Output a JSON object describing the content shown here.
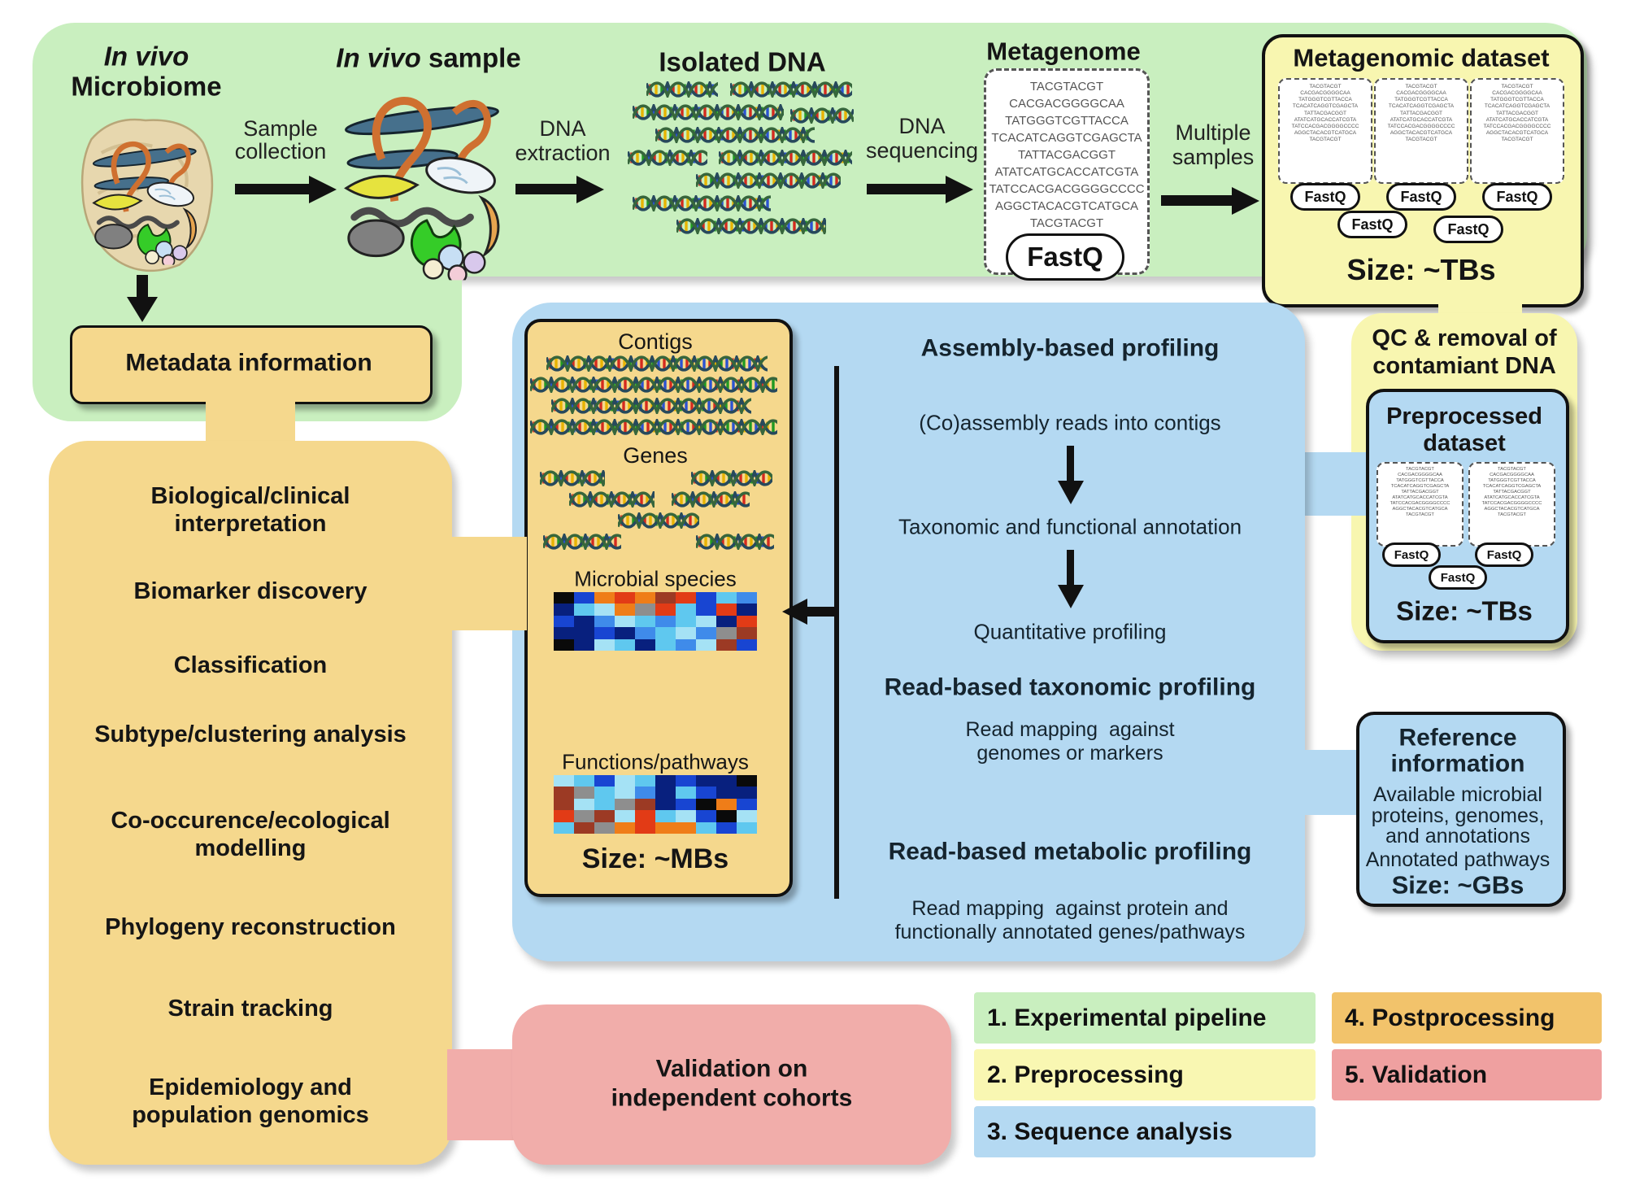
{
  "stage1": {
    "microbiome_title": [
      "In vivo",
      "Microbiome"
    ],
    "sample_collection_label": [
      "Sample",
      "collection"
    ],
    "invivo_sample_title_italic": "In vivo",
    "invivo_sample_title_rest": " sample",
    "dna_extraction_label": [
      "DNA",
      "extraction"
    ],
    "isolated_dna_title": "Isolated DNA",
    "dna_sequencing_label": [
      "DNA",
      "sequencing"
    ],
    "metagenome_title": "Metagenome",
    "fastq_label": "FastQ",
    "sequences": [
      "TACGTACGT",
      "CACGACGGGGCAA",
      "TATGGGTCGTTACCA",
      "TCACATCAGGTCGAGCTA",
      "TATTACGACGGT",
      "ATATCATGCACCATCGTA",
      "TATCCACGACGGGGCCCC",
      "AGGCTACACGTCATGCA",
      "TACGTACGT"
    ],
    "multiple_samples_label": [
      "Multiple",
      "samples"
    ],
    "dataset_title": "Metagenomic dataset",
    "dataset_size": "Size: ~TBs"
  },
  "stage2": {
    "qc_title": [
      "QC & removal of",
      "contamiant DNA"
    ],
    "preprocessed_title": [
      "Preprocessed",
      "dataset"
    ],
    "preprocessed_size": "Size: ~TBs"
  },
  "stage3": {
    "results": {
      "contigs": "Contigs",
      "genes": "Genes",
      "species": "Microbial species",
      "functions": "Functions/pathways",
      "size": "Size: ~MBs"
    },
    "assembly_title": "Assembly-based profiling",
    "assembly_steps": [
      "(Co)assembly reads into contigs",
      "Taxonomic and functional annotation",
      "Quantitative profiling"
    ],
    "read_taxonomic_title": "Read-based taxonomic profiling",
    "read_taxonomic_sub": [
      "Read mapping  against",
      "genomes or markers"
    ],
    "read_metabolic_title": "Read-based metabolic profiling",
    "read_metabolic_sub": [
      "Read mapping  against protein and",
      "functionally annotated genes/pathways"
    ],
    "reference": {
      "title": [
        "Reference",
        "information"
      ],
      "body": [
        "Available microbial",
        "proteins, genomes,",
        "and annotations"
      ],
      "body2": "Annotated pathways",
      "size": "Size: ~GBs"
    }
  },
  "stage4": {
    "metadata_label": "Metadata information",
    "analyses": [
      [
        "Biological/clinical",
        "interpretation"
      ],
      [
        "Biomarker discovery"
      ],
      [
        "Classification"
      ],
      [
        "Subtype/clustering analysis"
      ],
      [
        "Co-occurence/ecological",
        "modelling"
      ],
      [
        "Phylogeny reconstruction"
      ],
      [
        "Strain tracking"
      ],
      [
        "Epidemiology and",
        "population genomics"
      ]
    ]
  },
  "stage5": {
    "validation_label": [
      "Validation on",
      "independent cohorts"
    ]
  },
  "legend": [
    {
      "label": "1. Experimental pipeline",
      "color": "#c9efbf"
    },
    {
      "label": "2. Preprocessing",
      "color": "#f9f7b2"
    },
    {
      "label": "3. Sequence analysis",
      "color": "#b4d9f2"
    },
    {
      "label": "4. Postprocessing",
      "color": "#f2c36b"
    },
    {
      "label": "5. Validation",
      "color": "#efa0a0"
    }
  ],
  "colors": {
    "experimental_green": "#c9efbf",
    "preprocessing_yellow": "#f8f6b0",
    "sequence_blue": "#b4d9f2",
    "postprocessing_orange": "#f5d88d",
    "validation_pink": "#f1adaa"
  },
  "heatmaps": {
    "palette": {
      "k": "#0a0a0a",
      "n": "#08207e",
      "B": "#1845d2",
      "u": "#3f8bea",
      "c": "#5fc8ef",
      "l": "#a5e2f5",
      "r": "#e23b16",
      "d": "#9c3a24",
      "o": "#ef7d18",
      "g": "#8e8e8e"
    },
    "species": [
      "kBorodrBcu",
      "nclogrcBrn",
      "Bnulcuclnr",
      "nnBnuclugd",
      "knlcnculdB"
    ],
    "functions": [
      "lcBlcnBnnk",
      "dgcluncBnn",
      "dlcgdnBkoB",
      "rgdlrclBkl",
      "cdgoroocBc"
    ]
  }
}
